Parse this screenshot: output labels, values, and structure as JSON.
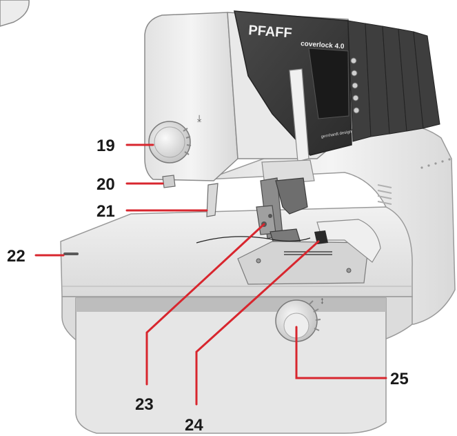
{
  "machine": {
    "brand": "PFAFF",
    "model": "coverlock 4.0",
    "sub_brand": "gernhardt design"
  },
  "callouts": [
    {
      "number": "19"
    },
    {
      "number": "20"
    },
    {
      "number": "21"
    },
    {
      "number": "22"
    },
    {
      "number": "23"
    },
    {
      "number": "24"
    },
    {
      "number": "25"
    }
  ],
  "colors": {
    "leader_line": "#d8262e",
    "callout_text": "#1a1a1a",
    "machine_body": "#ececec",
    "front_panel": "#3a3a3a"
  }
}
